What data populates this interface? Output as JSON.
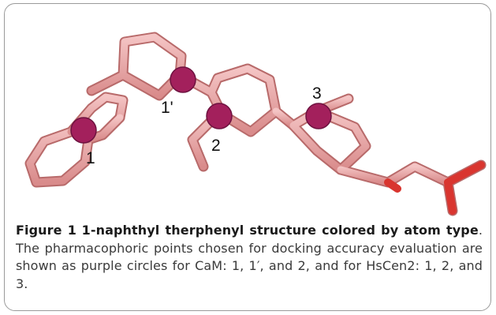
{
  "figure": {
    "point_labels": [
      "1",
      "1'",
      "2",
      "3"
    ],
    "caption": {
      "label": "Figure 1",
      "title": "1-naphthyl therphenyl structure colored by atom type",
      "body": ". The pharmacophoric points chosen for docking accuracy evaluation are shown as purple circles for CaM: 1, 1′, and 2, and for HsCen2: 1, 2, and 3."
    },
    "colors": {
      "carbon": "#e8a0a0",
      "carbon_dark": "#b86a6a",
      "oxygen": "#d9352f",
      "pharmacophore": "#a3205c",
      "border": "#9a9a9a"
    }
  }
}
